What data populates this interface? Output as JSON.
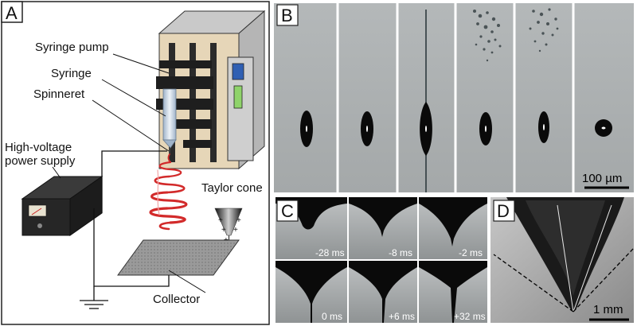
{
  "panels": {
    "a": {
      "tag": "A",
      "labels": {
        "syringe_pump": "Syringe pump",
        "syringe": "Syringe",
        "spinneret": "Spinneret",
        "hv_line1": "High-voltage",
        "hv_line2": "power supply",
        "taylor_cone": "Taylor cone",
        "collector": "Collector"
      }
    },
    "b": {
      "tag": "B",
      "scale_bar": "100 µm"
    },
    "c": {
      "tag": "C",
      "timestamps": [
        "-28 ms",
        "-8 ms",
        "-2 ms",
        "0 ms",
        "+6 ms",
        "+32 ms"
      ]
    },
    "d": {
      "tag": "D",
      "scale_bar": "1 mm"
    }
  },
  "colors": {
    "pump_body": "#d8d8d8",
    "pump_front": "#e8d9bd",
    "fiber_red": "#d22a2a",
    "panel_gray": "#a9adae",
    "droplet": "#0a0a0a"
  }
}
